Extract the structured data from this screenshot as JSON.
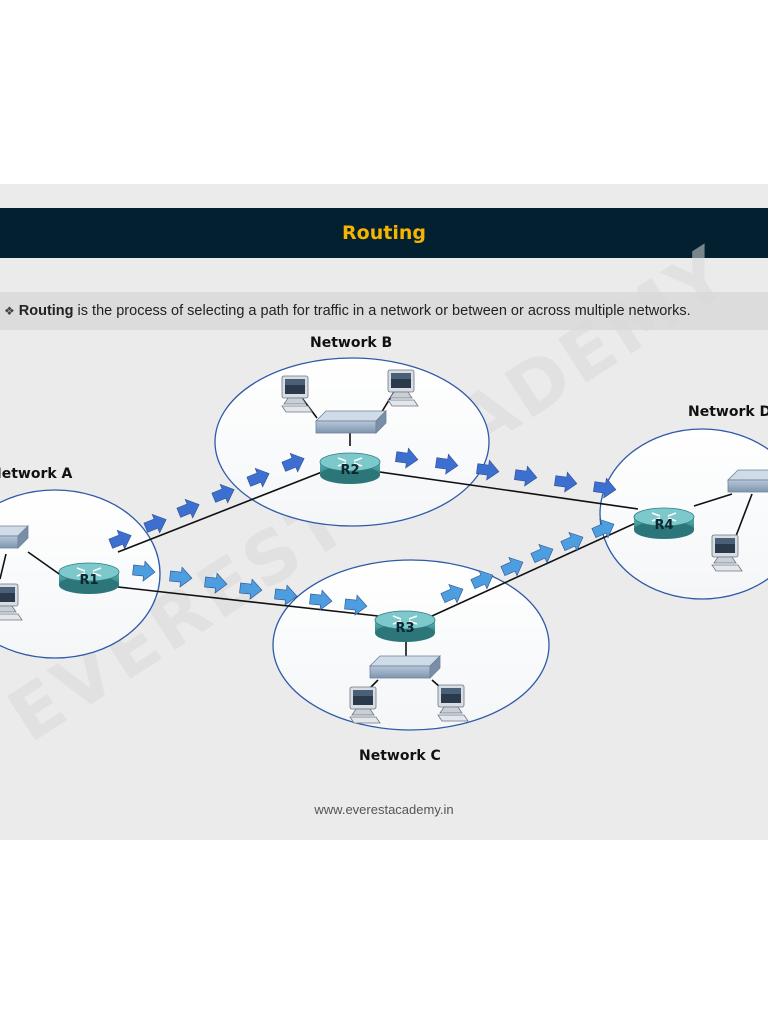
{
  "slide": {
    "title": "Routing",
    "bullet": {
      "glyph": "❖",
      "term": "Routing",
      "text": " is the process of selecting a path for traffic in a network or between or across multiple networks."
    },
    "footer": "www.everestacademy.in",
    "watermark": "EVEREST ACADEMY"
  },
  "diagram": {
    "networks": [
      {
        "id": "A",
        "label": "Network A"
      },
      {
        "id": "B",
        "label": "Network B"
      },
      {
        "id": "C",
        "label": "Network C"
      },
      {
        "id": "D",
        "label": "Network D"
      }
    ],
    "routers": [
      {
        "id": "R1",
        "label": "R1",
        "network": "A"
      },
      {
        "id": "R2",
        "label": "R2",
        "network": "B"
      },
      {
        "id": "R3",
        "label": "R3",
        "network": "C"
      },
      {
        "id": "R4",
        "label": "R4",
        "network": "D"
      }
    ],
    "links": [
      {
        "from": "R1",
        "to": "R2"
      },
      {
        "from": "R2",
        "to": "R4"
      },
      {
        "from": "R1",
        "to": "R3"
      },
      {
        "from": "R3",
        "to": "R4"
      }
    ],
    "paths": [
      {
        "name": "upper",
        "via": [
          "R1",
          "R2",
          "R4"
        ]
      },
      {
        "name": "lower",
        "via": [
          "R1",
          "R3",
          "R4"
        ]
      }
    ]
  },
  "colors": {
    "title_bar": "#02202f",
    "title_text": "#f5b400",
    "router": "#3f9a9c",
    "switch": "#8fa6bf",
    "arrow_upper": "#3d6fd1",
    "arrow_lower": "#4d9ee0",
    "link": "#111111"
  }
}
